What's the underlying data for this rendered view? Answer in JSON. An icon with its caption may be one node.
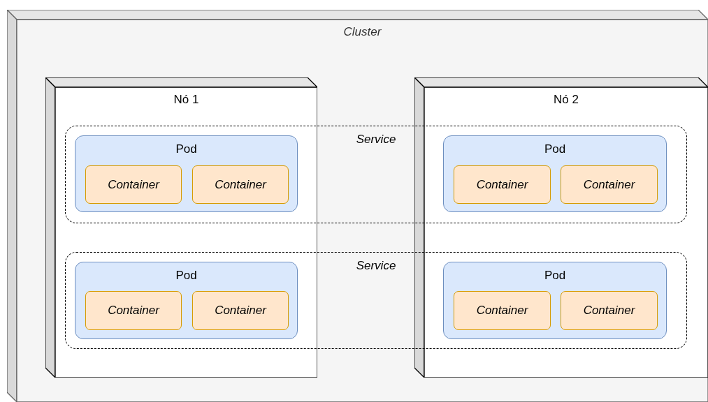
{
  "diagram": {
    "nodes": [
      {
        "text": [
          "Cluster"
        ]
      },
      {
        "text": [
          "Nó 1"
        ],
        "in": 0
      },
      {
        "text": [
          "Nó 2"
        ],
        "in": 0
      },
      {
        "text": [
          "Service"
        ],
        "in": 0
      },
      {
        "text": [
          "Pod"
        ]
      },
      {
        "text": [
          "Container"
        ],
        "in": 4
      },
      {
        "text": [
          "Container"
        ],
        "in": 4
      },
      {
        "text": [
          "Pod"
        ]
      },
      {
        "text": [
          "Container"
        ],
        "in": 7
      },
      {
        "text": [
          "Container"
        ],
        "in": 7
      },
      {
        "text": [
          "Service"
        ],
        "in": 0
      },
      {
        "text": [
          "Pod"
        ]
      },
      {
        "text": [
          "Container"
        ],
        "in": 11
      },
      {
        "text": [
          "Container"
        ],
        "in": 11
      },
      {
        "text": [
          "Pod"
        ]
      },
      {
        "text": [
          "Container"
        ],
        "in": 14
      },
      {
        "text": [
          "Container"
        ],
        "in": 14
      }
    ]
  }
}
